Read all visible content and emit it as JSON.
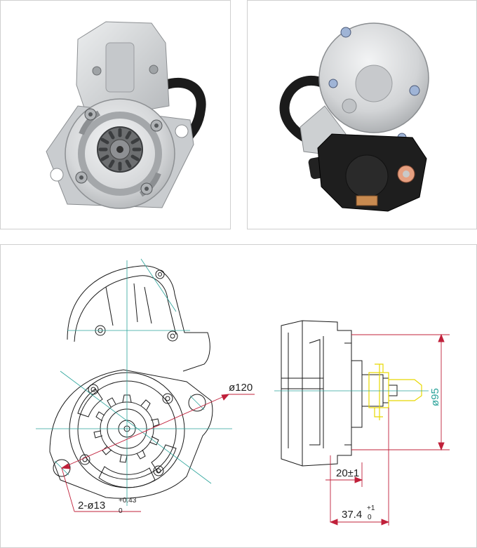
{
  "panels": {
    "photo_front": "starter-motor-front-view",
    "photo_rear": "starter-motor-rear-view",
    "drawing": "technical-dimension-drawing"
  },
  "dimensions": {
    "flange_diameter": "ø120",
    "mount_holes": "2-ø13",
    "mount_holes_tol_upper": "+0.43",
    "mount_holes_tol_lower": "0",
    "pilot_diameter": "ø95",
    "pinion_offset": "20±1",
    "pinion_length": "37.4",
    "pinion_length_tol_upper": "+1",
    "pinion_length_tol_lower": "0"
  },
  "colors": {
    "outline": "#1a1a1a",
    "centerline": "#2aa39a",
    "dimension": "#c0203a",
    "highlight": "#e8d800",
    "aluminum": "#d4d6d8",
    "black_part": "#1e1e1e"
  }
}
